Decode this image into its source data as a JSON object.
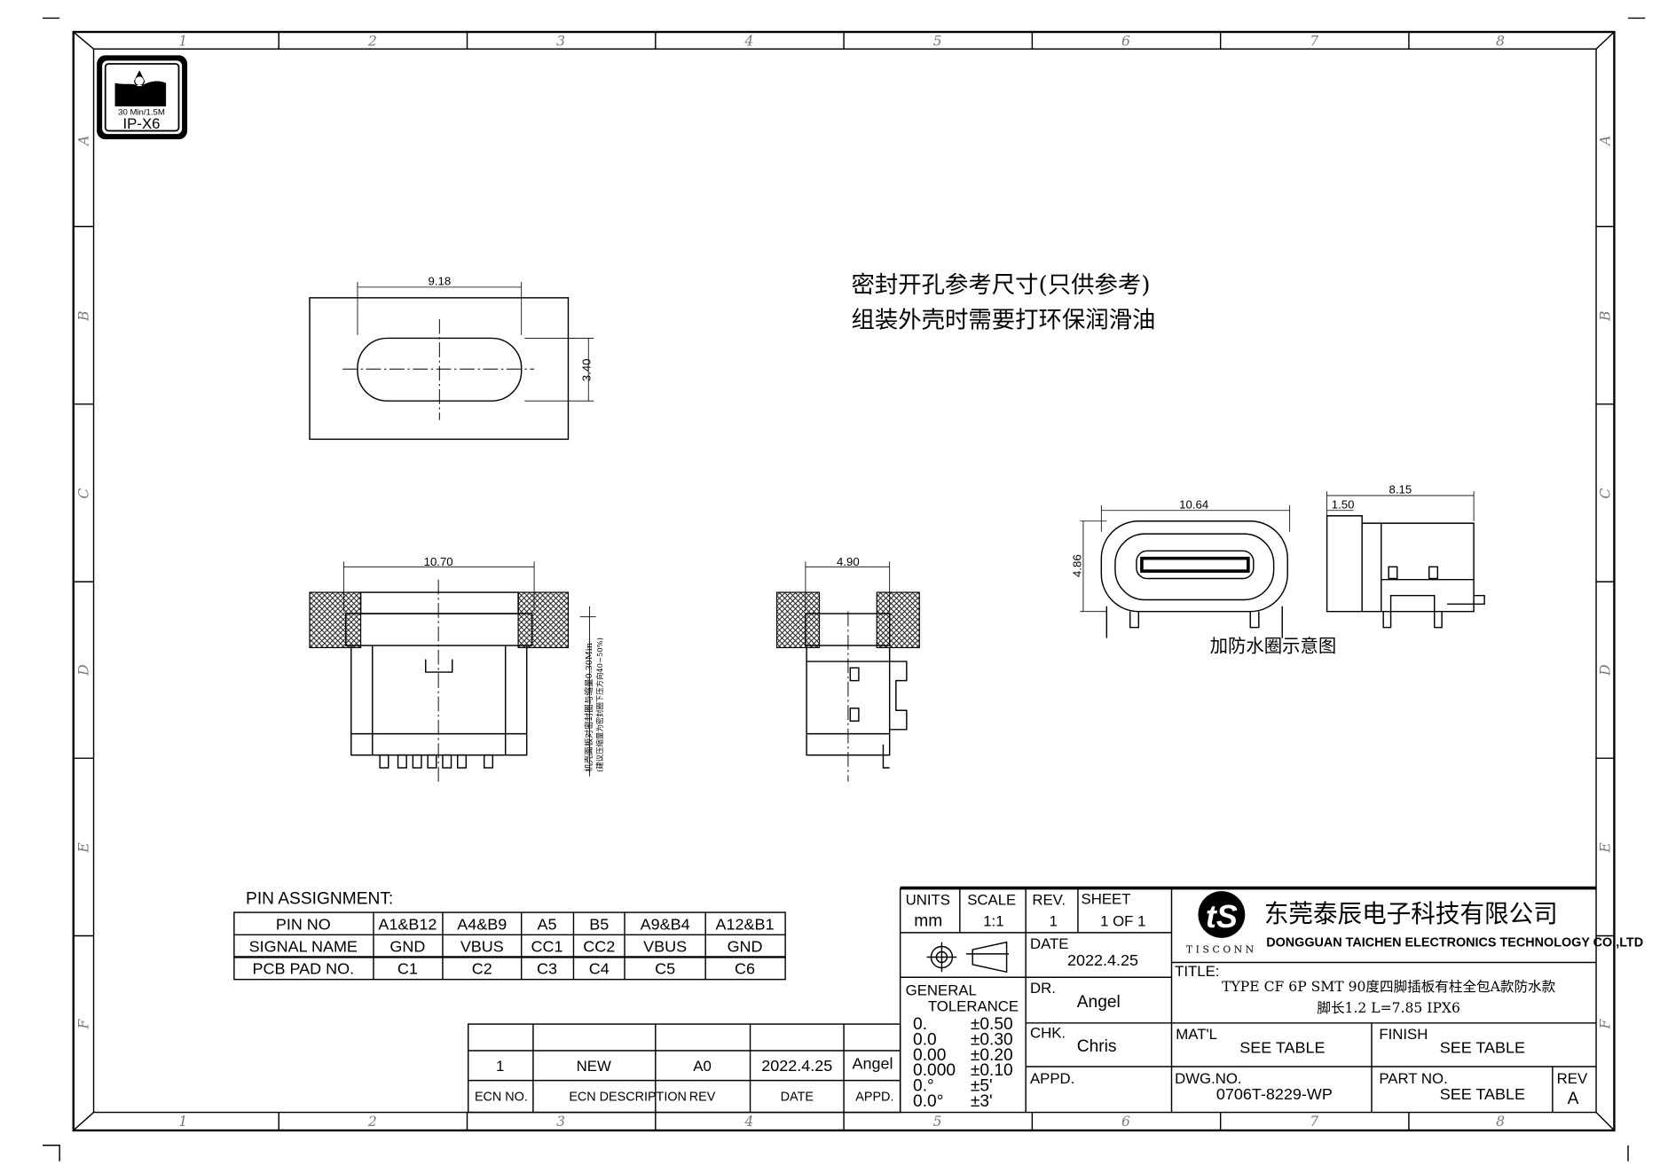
{
  "zones": {
    "columns": [
      "1",
      "2",
      "3",
      "4",
      "5",
      "6",
      "7",
      "8"
    ],
    "rows": [
      "A",
      "B",
      "C",
      "D",
      "E",
      "F"
    ]
  },
  "badge": {
    "caption": "30 Min/1.5M",
    "rating": "IP-X6"
  },
  "notes": {
    "line1": "密封开孔参考尺寸(只供参考)",
    "line2": "组装外壳时需要打环保润滑油"
  },
  "cutout_view": {
    "width_dim": "9.18",
    "height_dim": "3.40"
  },
  "front_view": {
    "width_dim": "10.70",
    "note_main": "机壳面板对密封圈与缩量0.30Min",
    "note_sub": "(建议压缩量为密封圈下压方向40~50%)"
  },
  "side_view": {
    "width_dim": "4.90"
  },
  "iso_view": {
    "width_dim": "10.64",
    "height_dim": "4.86",
    "depth_dim": "8.15",
    "flange_dim": "1.50",
    "caption": "加防水圈示意图"
  },
  "pin_assignment": {
    "title": "PIN ASSIGNMENT:",
    "rows": [
      [
        "PIN NO",
        "A1&B12",
        "A4&B9",
        "A5",
        "B5",
        "A9&B4",
        "A12&B1"
      ],
      [
        "SIGNAL NAME",
        "GND",
        "VBUS",
        "CC1",
        "CC2",
        "VBUS",
        "GND"
      ],
      [
        "PCB PAD NO.",
        "C1",
        "C2",
        "C3",
        "C4",
        "C5",
        "C6"
      ]
    ]
  },
  "revision_table": {
    "entry": [
      "1",
      "NEW",
      "A0",
      "2022.4.25",
      "Angel"
    ],
    "headers": [
      "ECN NO.",
      "ECN DESCRIPTION",
      "REV",
      "DATE",
      "APPD."
    ]
  },
  "title_block": {
    "units_label": "UNITS",
    "units": "mm",
    "scale_label": "SCALE",
    "scale": "1:1",
    "rev_label": "REV.",
    "rev": "1",
    "sheet_label": "SHEET",
    "sheet": "1 OF 1",
    "date_label": "DATE",
    "date": "2022.4.25",
    "tolerance_label1": "GENERAL",
    "tolerance_label2": "TOLERANCE",
    "tolerances": [
      [
        "0.",
        "±0.50"
      ],
      [
        "0.0",
        "±0.30"
      ],
      [
        "0.00",
        "±0.20"
      ],
      [
        "0.000",
        "±0.10"
      ],
      [
        "0.°",
        "±5'"
      ],
      [
        "0.0°",
        "±3'"
      ]
    ],
    "dr_label": "DR.",
    "dr": "Angel",
    "chk_label": "CHK.",
    "chk": "Chris",
    "appd_label": "APPD.",
    "logo_text": "TISCONN",
    "company_cn": "东莞泰辰电子科技有限公司",
    "company_en": "DONGGUAN TAICHEN ELECTRONICS TECHNOLOGY CO.,LTD",
    "title_label": "TITLE:",
    "title_line1": "TYPE CF 6P SMT 90度四脚插板有柱全包A款防水款",
    "title_line2": "脚长1.2 L=7.85 IPX6",
    "matl_label": "MAT'L",
    "matl": "SEE TABLE",
    "finish_label": "FINISH",
    "finish": "SEE TABLE",
    "dwg_label": "DWG.NO.",
    "dwg": "0706T-8229-WP",
    "part_label": "PART NO.",
    "part": "SEE TABLE",
    "rev2_label": "REV",
    "rev2": "A"
  }
}
